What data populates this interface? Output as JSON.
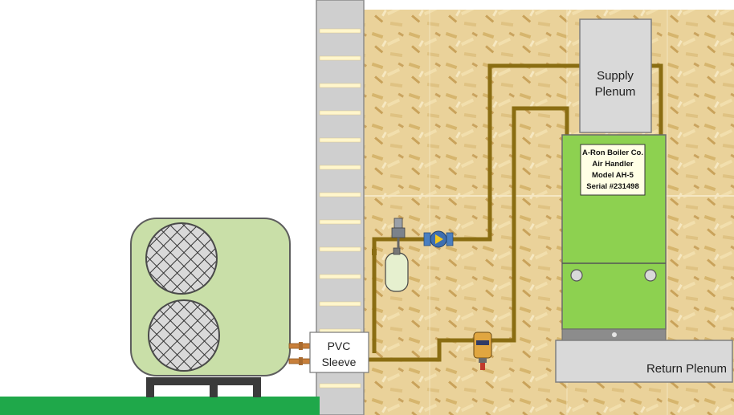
{
  "labels": {
    "supply_plenum_line1": "Supply",
    "supply_plenum_line2": "Plenum",
    "return_plenum": "Return Plenum",
    "pvc_sleeve_line1": "PVC",
    "pvc_sleeve_line2": "Sleeve"
  },
  "air_handler_plate": {
    "line1": "A-Ron Boiler Co.",
    "line2": "Air Handler",
    "line3": "Model AH-5",
    "line4": "Serial #231498"
  },
  "colors": {
    "pipe": "#8a6d12",
    "air_handler": "#8dd150",
    "plenum": "#d9d9d9",
    "condenser": "#c9dfa8",
    "ground": "#1fa84a",
    "osb": "#ead29a"
  }
}
